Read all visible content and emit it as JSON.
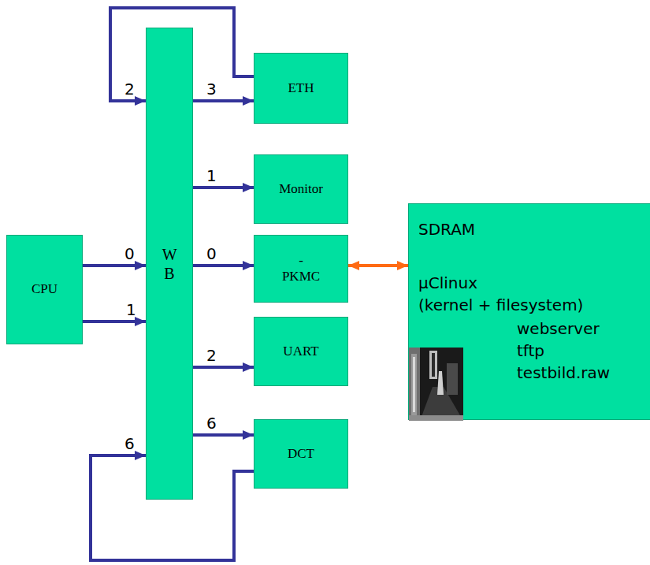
{
  "diagram": {
    "nodes": [
      {
        "text": [
          "CPU"
        ]
      },
      {
        "text": [
          "W B"
        ]
      },
      {
        "text": [
          "ETH"
        ]
      },
      {
        "text": [
          "Monitor"
        ]
      },
      {
        "text": [
          "- PKMC"
        ]
      },
      {
        "text": [
          "UART"
        ]
      },
      {
        "text": [
          "DCT"
        ]
      },
      {
        "text": [
          "SDRAM",
          "µClinux",
          "(kernel + filesystem)",
          "webserver",
          "tftp",
          "testbild.raw"
        ]
      }
    ],
    "edges": [
      {
        "from": 0,
        "to": 1,
        "arrow": "to",
        "label": "0"
      },
      {
        "from": 0,
        "to": 1,
        "arrow": "to",
        "label": "1"
      },
      {
        "from": 2,
        "to": 1,
        "arrow": "to",
        "label": "2"
      },
      {
        "from": 1,
        "to": 2,
        "arrow": "to",
        "label": "3"
      },
      {
        "from": 1,
        "to": 3,
        "arrow": "to",
        "label": "1"
      },
      {
        "from": 1,
        "to": 4,
        "arrow": "to",
        "label": "0"
      },
      {
        "from": 4,
        "to": 7,
        "arrow": "both"
      },
      {
        "from": 1,
        "to": 5,
        "arrow": "to",
        "label": "2"
      },
      {
        "from": 1,
        "to": 6,
        "arrow": "to",
        "label": "6"
      },
      {
        "from": 6,
        "to": 1,
        "arrow": "to",
        "label": "6"
      }
    ]
  }
}
